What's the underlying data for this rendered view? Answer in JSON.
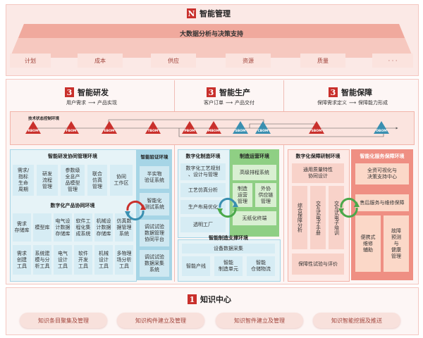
{
  "top": {
    "badge": "N",
    "title": "智能管理",
    "banner": "大数据分析与决策支持",
    "tabs": [
      "计划",
      "成本",
      "供应",
      "资源",
      "质量",
      "· · ·"
    ]
  },
  "sections": [
    {
      "badge": "3",
      "title": "智能研发",
      "flow": [
        "用户需求",
        "产品实现"
      ]
    },
    {
      "badge": "3",
      "title": "智能生产",
      "flow": [
        "客户订单",
        "产品交付"
      ]
    },
    {
      "badge": "3",
      "title": "智能保障",
      "flow": [
        "保障需求定义",
        "保障能力形成"
      ]
    }
  ],
  "timeline": {
    "label": "技术状态控制环境",
    "milestones": [
      "RBOM",
      "FBOM",
      "EBOM",
      "TBOM",
      "PBOM",
      "MBOM",
      "SBOM",
      "CBOM",
      "SBOM",
      "OBOM"
    ]
  },
  "rd": {
    "collab_title": "智能研发协同管理环境",
    "collab_cells": [
      "需求/\n指标\n生命\n周期",
      "研发\n流程\n管理",
      "参数级\n全息产\n品模型\n管理",
      "联合\n仿真\n管理",
      "协同\n工作区"
    ],
    "product_title": "数字化产品协同环境",
    "product_row1": [
      "需求\n存储库",
      "模型库",
      "电气设\n计数据\n存储库",
      "软件工\n程化集\n成系统",
      "机械设\n计数据\n存储库",
      "仿真数\n据管理\n系统"
    ],
    "product_row2": [
      "需求\n创建\n工具",
      "系统建\n模与分\n析工具",
      "电气\n设计\n工具",
      "软件\n开发\n工具",
      "机械\n设计\n工具",
      "多物理\n场分析\n工具"
    ],
    "verify_title": "智能验证环境",
    "verify_cells": [
      "半实物\n验证系统",
      "智能化\n测试系统",
      "调试试验\n数据管理\n协同平台",
      "调试试验\n数据采集\n系统"
    ]
  },
  "prod": {
    "mfg_title": "数字化制造环境",
    "mfg_cells": [
      "数字化工艺规划\n、设计与管理",
      "工艺仿真分析",
      "生产布局优化",
      "透明工厂"
    ],
    "ops_title": "制造运营环境",
    "ops_cells": [
      "高级排程系统",
      "制造\n运营\n管理",
      "外协\n供应链\n管理",
      "无纸化终端"
    ],
    "support_title": "智能制造支撑环境",
    "support_top": "设备数据采集",
    "support_cells": [
      "智能产线",
      "智能\n制造单元",
      "智能\n仓储物流"
    ]
  },
  "guar": {
    "dev_title": "数字化保障研制环境",
    "dev_top": "通用质量特性\n协同设计",
    "dev_cols": [
      "综合保障分析",
      "交互式电子手册",
      "交互式电子培训"
    ],
    "dev_bottom": "保障性试验与评价",
    "svc_title": "智能化服务保障环境",
    "svc_top": "全资可视化与\n决策支持中心",
    "svc_mid": "售后服务与维修保障",
    "svc_cells": [
      "便携式\n维修\n辅助",
      "故障\n预测\n与\n健康\n管理"
    ]
  },
  "knowledge": {
    "badge": "1",
    "title": "知识中心",
    "pills": [
      "知识条目聚集及管理",
      "知识构件建立及管理",
      "知识智件建立及管理",
      "知识智能挖掘及推送"
    ]
  },
  "colors": {
    "brand_red": "#c9302c",
    "salmon": "#f3b3a8",
    "light_pink": "#fdeae6",
    "light_blue": "#d6ecf4",
    "mid_blue": "#a6d5e6",
    "light_green": "#d9efd2",
    "mid_green": "#8fcf84",
    "orange_light": "#fbd8c8"
  }
}
